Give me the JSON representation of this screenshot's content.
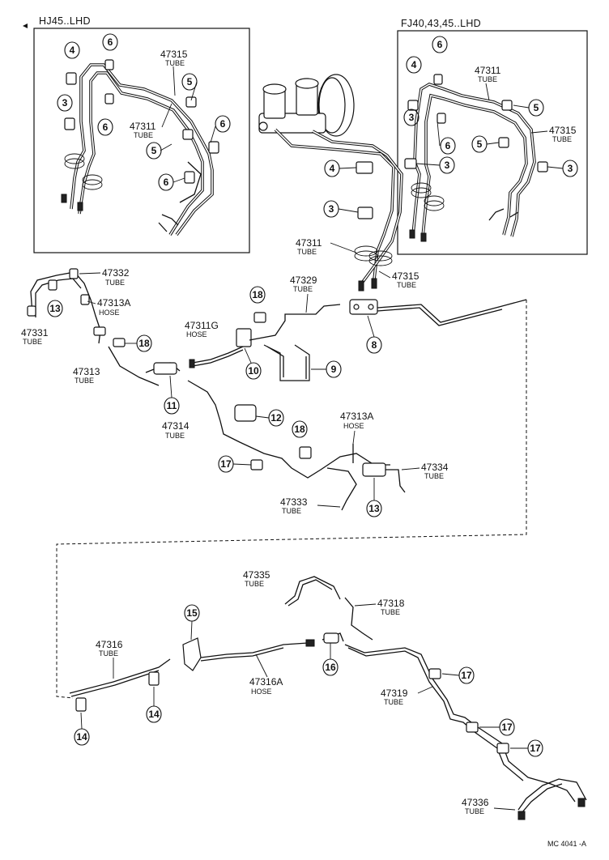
{
  "headers": {
    "left_box": "HJ45..LHD",
    "right_box": "FJ40,43,45..LHD"
  },
  "footer": {
    "code": "MC 4041 -A"
  },
  "callouts": {
    "c3": "3",
    "c4": "4",
    "c5": "5",
    "c6": "6",
    "c8": "8",
    "c9": "9",
    "c10": "10",
    "c11": "11",
    "c12": "12",
    "c13": "13",
    "c14": "14",
    "c15": "15",
    "c16": "16",
    "c17": "17",
    "c18": "18"
  },
  "parts": {
    "p47311": "47311",
    "p47311g": "47311G",
    "p47313": "47313",
    "p47313a": "47313A",
    "p47314": "47314",
    "p47315": "47315",
    "p47316": "47316",
    "p47316a": "47316A",
    "p47318": "47318",
    "p47319": "47319",
    "p47329": "47329",
    "p47331": "47331",
    "p47332": "47332",
    "p47333": "47333",
    "p47334": "47334",
    "p47335": "47335",
    "p47336": "47336"
  },
  "types": {
    "tube": "TUBE",
    "hose": "HOSE"
  }
}
